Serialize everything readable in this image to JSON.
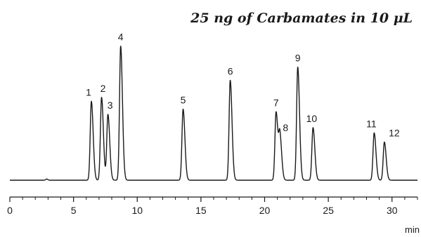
{
  "chart_data": {
    "type": "line",
    "title": "25 ng of Carbamates in 10 μL",
    "xlabel": "min",
    "ylabel": "",
    "xlim": [
      0,
      32
    ],
    "ylim": [
      0,
      105
    ],
    "baseline": 0,
    "x_ticks": [
      0,
      5,
      10,
      15,
      20,
      25,
      30
    ],
    "x_tick_labels": [
      "0",
      "5",
      "10",
      "15",
      "20",
      "25",
      "30"
    ],
    "grid": false,
    "legend": "none",
    "peaks": [
      {
        "label": "1",
        "rt": 6.4,
        "height": 60
      },
      {
        "label": "2",
        "rt": 7.2,
        "height": 63
      },
      {
        "label": "3",
        "rt": 7.7,
        "height": 50
      },
      {
        "label": "4",
        "rt": 8.7,
        "height": 102
      },
      {
        "label": "5",
        "rt": 13.6,
        "height": 54
      },
      {
        "label": "6",
        "rt": 17.3,
        "height": 76
      },
      {
        "label": "7",
        "rt": 20.9,
        "height": 52
      },
      {
        "label": "8",
        "rt": 21.2,
        "height": 33
      },
      {
        "label": "9",
        "rt": 22.6,
        "height": 86
      },
      {
        "label": "10",
        "rt": 23.8,
        "height": 40
      },
      {
        "label": "11",
        "rt": 28.6,
        "height": 36
      },
      {
        "label": "12",
        "rt": 29.4,
        "height": 29
      }
    ],
    "colors": {
      "trace": "#1a1a1a",
      "text": "#1a1a1a"
    }
  }
}
